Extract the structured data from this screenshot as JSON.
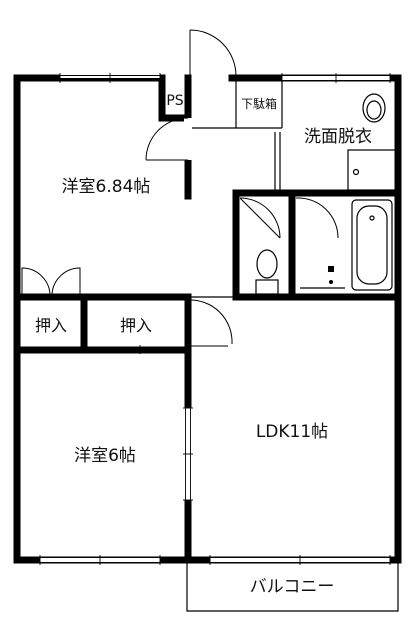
{
  "rooms": {
    "western_room_1": "洋室6.84帖",
    "western_room_2": "洋室6帖",
    "ldk": "LDK11帖",
    "closet_1": "押入",
    "closet_2": "押入",
    "washroom": "洗面脱衣",
    "shoe_box": "下駄箱",
    "pipe_space": "PS",
    "balcony": "バルコニー"
  }
}
